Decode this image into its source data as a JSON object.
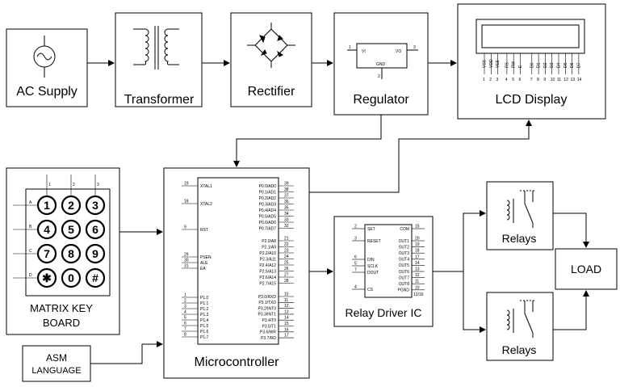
{
  "blocks": {
    "ac_supply": "AC Supply",
    "transformer": "Transformer",
    "rectifier": "Rectifier",
    "regulator": "Regulator",
    "lcd_display": "LCD Display",
    "matrix_keyboard_line1": "MATRIX  KEY",
    "matrix_keyboard_line2": "BOARD",
    "asm_line1": "ASM",
    "asm_line2": "LANGUAGE",
    "microcontroller": "Microcontroller",
    "relay_driver": "Relay Driver IC",
    "relays_top": "Relays",
    "relays_bottom": "Relays",
    "load": "LOAD"
  },
  "regulator_pins": {
    "vi": "VI",
    "vo": "VO",
    "gnd": "GND",
    "p1": "1",
    "p2": "2",
    "p3": "3"
  },
  "lcd_pins": {
    "labels": [
      "VSS",
      "VDD",
      "VEE",
      "RS",
      "RW",
      "E",
      "D0",
      "D1",
      "D2",
      "D3",
      "D4",
      "D5",
      "D6",
      "D7"
    ],
    "numbers": [
      "1",
      "2",
      "3",
      "4",
      "5",
      "6",
      "7",
      "8",
      "9",
      "10",
      "11",
      "12",
      "13",
      "14"
    ]
  },
  "keypad": {
    "keys": [
      "1",
      "2",
      "3",
      "4",
      "5",
      "6",
      "7",
      "8",
      "9",
      "✱",
      "0",
      "#"
    ],
    "rows": [
      "A",
      "B",
      "C",
      "D"
    ],
    "cols": [
      "1",
      "2",
      "3"
    ]
  },
  "mcu_pins": {
    "left": [
      {
        "num": "19",
        "name": "XTAL1"
      },
      {
        "num": "18",
        "name": "XTAL2"
      },
      {
        "num": "9",
        "name": "RST"
      },
      {
        "num": "29",
        "name": "PSEN"
      },
      {
        "num": "30",
        "name": "ALE"
      },
      {
        "num": "31",
        "name": "EA"
      },
      {
        "num": "1",
        "name": "P1.0"
      },
      {
        "num": "2",
        "name": "P1.1"
      },
      {
        "num": "3",
        "name": "P1.2"
      },
      {
        "num": "4",
        "name": "P1.3"
      },
      {
        "num": "5",
        "name": "P1.4"
      },
      {
        "num": "6",
        "name": "P1.5"
      },
      {
        "num": "7",
        "name": "P1.6"
      },
      {
        "num": "8",
        "name": "P1.7"
      }
    ],
    "right": [
      {
        "num": "39",
        "name": "P0.0/AD0"
      },
      {
        "num": "38",
        "name": "P0.1/AD1"
      },
      {
        "num": "37",
        "name": "P0.2/AD2"
      },
      {
        "num": "36",
        "name": "P0.3/AD3"
      },
      {
        "num": "35",
        "name": "P0.4/AD4"
      },
      {
        "num": "34",
        "name": "P0.5/AD5"
      },
      {
        "num": "33",
        "name": "P0.6/AD6"
      },
      {
        "num": "32",
        "name": "P0.7/AD7"
      },
      {
        "num": "21",
        "name": "P2.0/A8"
      },
      {
        "num": "22",
        "name": "P2.1/A9"
      },
      {
        "num": "23",
        "name": "P2.2/A10"
      },
      {
        "num": "24",
        "name": "P2.3/A11"
      },
      {
        "num": "25",
        "name": "P2.4/A12"
      },
      {
        "num": "26",
        "name": "P2.5/A13"
      },
      {
        "num": "27",
        "name": "P2.6/A14"
      },
      {
        "num": "28",
        "name": "P2.7/A15"
      },
      {
        "num": "10",
        "name": "P3.0/RXD"
      },
      {
        "num": "11",
        "name": "P3.1/TXD"
      },
      {
        "num": "12",
        "name": "P3.2/INT0"
      },
      {
        "num": "13",
        "name": "P3.3/INT1"
      },
      {
        "num": "14",
        "name": "P3.4/T0"
      },
      {
        "num": "15",
        "name": "P3.5/T1"
      },
      {
        "num": "16",
        "name": "P3.6/WR"
      },
      {
        "num": "17",
        "name": "P3.7/RD"
      }
    ]
  },
  "driver_pins": {
    "left": [
      {
        "num": "2",
        "name": "SET"
      },
      {
        "num": "3",
        "name": "RESET"
      },
      {
        "num": "6",
        "name": "DIN"
      },
      {
        "num": "5",
        "name": "SCLK"
      },
      {
        "num": "7",
        "name": "DOUT"
      },
      {
        "num": "4",
        "name": "CS"
      }
    ],
    "right": [
      {
        "num": "15",
        "name": "COM"
      },
      {
        "num": "20",
        "name": "OUT1"
      },
      {
        "num": "19",
        "name": "OUT2"
      },
      {
        "num": "18",
        "name": "OUT3"
      },
      {
        "num": "17",
        "name": "OUT4"
      },
      {
        "num": "14",
        "name": "OUT5"
      },
      {
        "num": "13",
        "name": "OUT6"
      },
      {
        "num": "12",
        "name": "OUT7"
      },
      {
        "num": "11",
        "name": "OUT8"
      },
      {
        "num": "10",
        "name": "PGND"
      }
    ],
    "extra": "12/16"
  }
}
